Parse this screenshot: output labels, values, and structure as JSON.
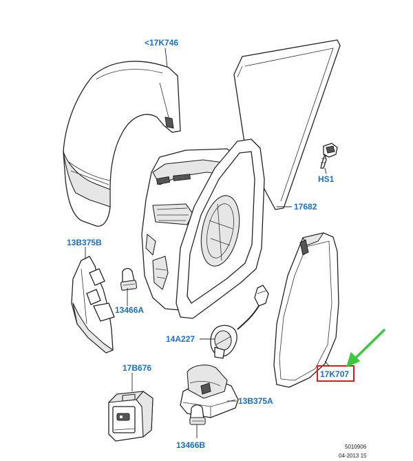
{
  "labels": {
    "cap": "<17K746",
    "hs1": "HS1",
    "backing": "17682",
    "bezel_upper": "13B375B",
    "bulb_a": "13466A",
    "harness": "14A227",
    "glass": "17K707",
    "switch": "17B676",
    "bezel_lower": "13B375A",
    "bulb_b": "13466B"
  },
  "footer": {
    "code": "5010906",
    "date": "04-2013 15"
  },
  "colors": {
    "label": "#1a6fc4",
    "highlight_box": "#d42020",
    "arrow": "#3cc83c"
  },
  "highlighted_part": "17K707"
}
